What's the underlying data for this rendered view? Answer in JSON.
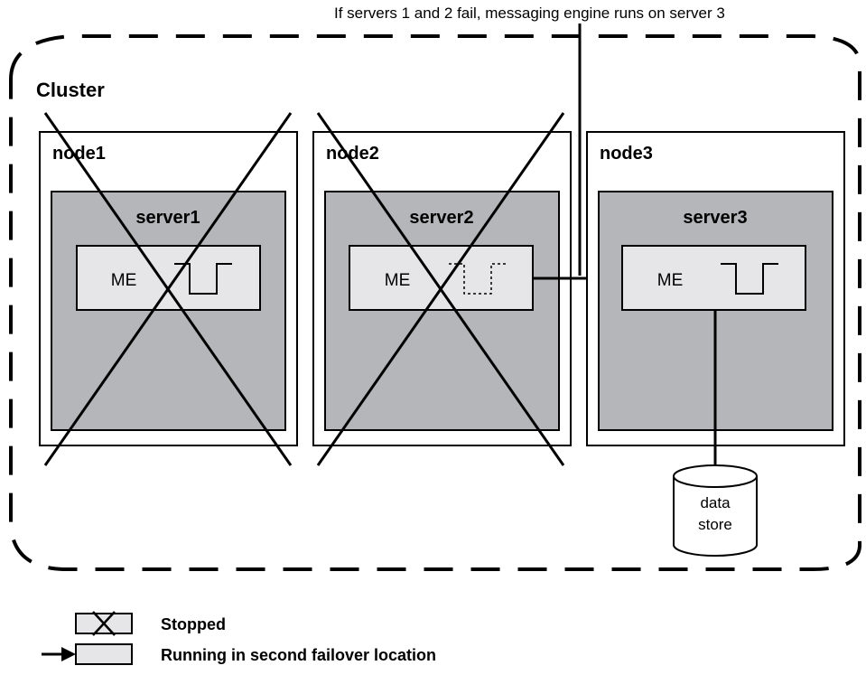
{
  "annotation": "If servers 1 and 2 fail, messaging engine runs on server 3",
  "cluster": {
    "label": "Cluster"
  },
  "nodes": [
    {
      "label": "node1",
      "server": "server1",
      "engine": "ME",
      "state": "stopped"
    },
    {
      "label": "node2",
      "server": "server2",
      "engine": "ME",
      "state": "stopped"
    },
    {
      "label": "node3",
      "server": "server3",
      "engine": "ME",
      "state": "running"
    }
  ],
  "datastore": {
    "line1": "data",
    "line2": "store"
  },
  "legend": {
    "stopped": "Stopped",
    "running": "Running in second failover location"
  },
  "colors": {
    "server_fill": "#b5b6ba",
    "engine_fill": "#e6e6e8",
    "line": "#000000",
    "background": "#ffffff"
  }
}
